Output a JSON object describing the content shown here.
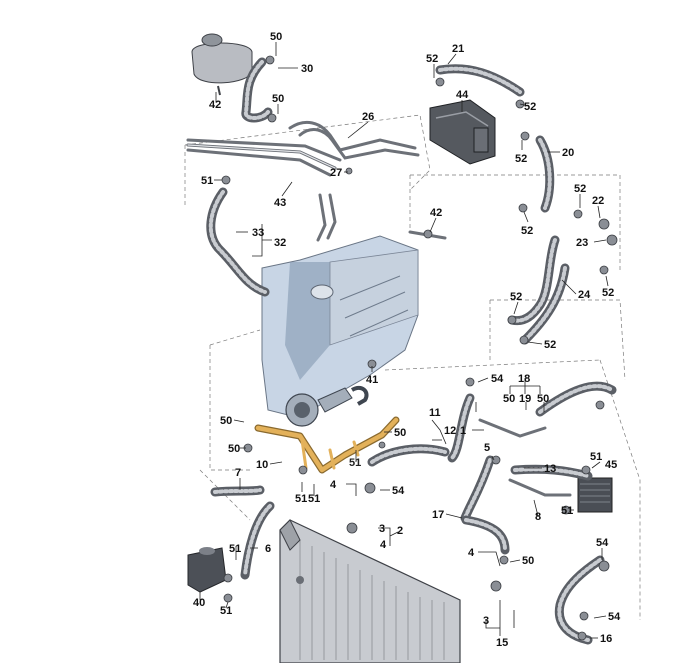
{
  "callouts": [
    {
      "id": "c-50-a",
      "text": "50"
    },
    {
      "id": "c-30",
      "text": "30"
    },
    {
      "id": "c-42-a",
      "text": "42"
    },
    {
      "id": "c-50-b",
      "text": "50"
    },
    {
      "id": "c-21",
      "text": "21"
    },
    {
      "id": "c-52-a",
      "text": "52"
    },
    {
      "id": "c-44",
      "text": "44"
    },
    {
      "id": "c-52-b",
      "text": "52"
    },
    {
      "id": "c-26",
      "text": "26"
    },
    {
      "id": "c-52-c",
      "text": "52"
    },
    {
      "id": "c-20",
      "text": "20"
    },
    {
      "id": "c-27",
      "text": "27"
    },
    {
      "id": "c-51-a",
      "text": "51"
    },
    {
      "id": "c-43",
      "text": "43"
    },
    {
      "id": "c-52-d",
      "text": "52"
    },
    {
      "id": "c-22",
      "text": "22"
    },
    {
      "id": "c-42-b",
      "text": "42"
    },
    {
      "id": "c-52-e",
      "text": "52"
    },
    {
      "id": "c-33",
      "text": "33"
    },
    {
      "id": "c-32",
      "text": "32"
    },
    {
      "id": "c-23",
      "text": "23"
    },
    {
      "id": "c-52-f",
      "text": "52"
    },
    {
      "id": "c-24",
      "text": "24"
    },
    {
      "id": "c-52-g",
      "text": "52"
    },
    {
      "id": "c-52-h",
      "text": "52"
    },
    {
      "id": "c-41",
      "text": "41"
    },
    {
      "id": "c-54-a",
      "text": "54"
    },
    {
      "id": "c-18",
      "text": "18"
    },
    {
      "id": "c-50-c",
      "text": "50"
    },
    {
      "id": "c-19",
      "text": "19"
    },
    {
      "id": "c-50-d",
      "text": "50"
    },
    {
      "id": "c-50-e",
      "text": "50"
    },
    {
      "id": "c-11",
      "text": "11"
    },
    {
      "id": "c-1",
      "text": "1"
    },
    {
      "id": "c-50-f",
      "text": "50"
    },
    {
      "id": "c-12",
      "text": "12"
    },
    {
      "id": "c-5",
      "text": "5"
    },
    {
      "id": "c-50-g",
      "text": "50"
    },
    {
      "id": "c-51-b",
      "text": "51"
    },
    {
      "id": "c-10",
      "text": "10"
    },
    {
      "id": "c-13",
      "text": "13"
    },
    {
      "id": "c-51-c",
      "text": "51"
    },
    {
      "id": "c-45",
      "text": "45"
    },
    {
      "id": "c-7",
      "text": "7"
    },
    {
      "id": "c-4-a",
      "text": "4"
    },
    {
      "id": "c-54-b",
      "text": "54"
    },
    {
      "id": "c-51-d",
      "text": "51"
    },
    {
      "id": "c-51-e",
      "text": "51"
    },
    {
      "id": "c-17",
      "text": "17"
    },
    {
      "id": "c-8",
      "text": "8"
    },
    {
      "id": "c-51-f",
      "text": "51"
    },
    {
      "id": "c-3-a",
      "text": "3"
    },
    {
      "id": "c-2",
      "text": "2"
    },
    {
      "id": "c-4-b",
      "text": "4"
    },
    {
      "id": "c-51-g",
      "text": "51"
    },
    {
      "id": "c-6",
      "text": "6"
    },
    {
      "id": "c-54-c",
      "text": "54"
    },
    {
      "id": "c-4-c",
      "text": "4"
    },
    {
      "id": "c-50-h",
      "text": "50"
    },
    {
      "id": "c-40",
      "text": "40"
    },
    {
      "id": "c-51-h",
      "text": "51"
    },
    {
      "id": "c-54-d",
      "text": "54"
    },
    {
      "id": "c-3-b",
      "text": "3"
    },
    {
      "id": "c-15",
      "text": "15"
    },
    {
      "id": "c-16",
      "text": "16"
    }
  ],
  "highlight_callout": "10",
  "colors": {
    "highlight_pipe": "#e3b15a",
    "engine_blue": "#9bb3cf",
    "hose": "#5b5f66",
    "line": "#222222"
  }
}
